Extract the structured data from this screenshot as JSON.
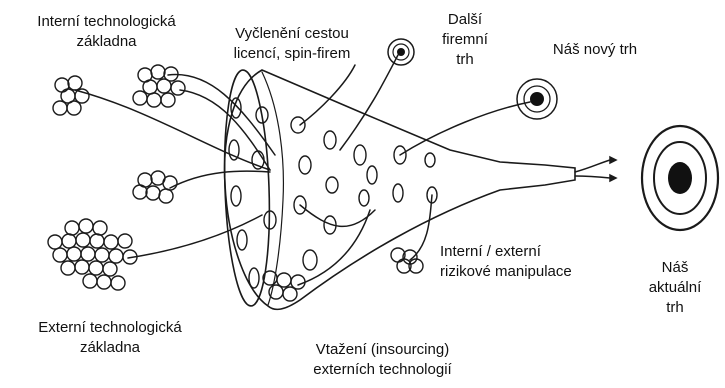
{
  "labels": {
    "internal_base": [
      "Interní technologická",
      "základna"
    ],
    "spinoff": [
      "Vyčlenění cestou",
      "licencí, spin-firem"
    ],
    "other_market": [
      "Další",
      "firemní",
      "trh"
    ],
    "new_market": [
      "Náš nový trh"
    ],
    "current_market": [
      "Náš",
      "aktuální",
      "trh"
    ],
    "risk": [
      "Interní / externí",
      "rizikové manipulace"
    ],
    "external_base": [
      "Externí technologická",
      "základna"
    ],
    "insourcing": [
      "Vtažení (insourcing)",
      "externích technologií"
    ]
  },
  "colors": {
    "ink": "#1a1a1a",
    "target_dark": "#111111"
  }
}
